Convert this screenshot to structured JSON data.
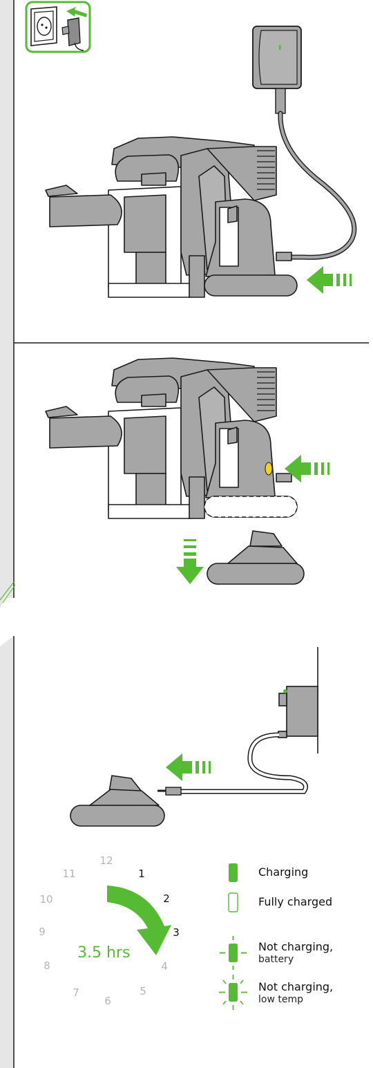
{
  "colors": {
    "accent_green": "#55bb33",
    "device_grey": "#a6a6a6",
    "device_grey_dark": "#8c8c8c",
    "outline": "#1a1a1a",
    "led_yellow": "#f2d21b",
    "left_rail": "#e6e6e6"
  },
  "icons": {
    "plug_socket": "plug-into-wall-socket-icon"
  },
  "charging_time": {
    "label": "3.5 hrs",
    "clock_numbers": [
      "12",
      "1",
      "2",
      "3",
      "4",
      "5",
      "6",
      "7",
      "8",
      "9",
      "10",
      "11"
    ],
    "highlighted_hours": [
      "1",
      "2",
      "3"
    ]
  },
  "legend": [
    {
      "state": "charging",
      "label": "Charging",
      "sub": ""
    },
    {
      "state": "full",
      "label": "Fully charged",
      "sub": ""
    },
    {
      "state": "battery-fault",
      "label": "Not charging,",
      "sub": "battery"
    },
    {
      "state": "low-temp",
      "label": "Not charging,",
      "sub": "low temp"
    }
  ]
}
